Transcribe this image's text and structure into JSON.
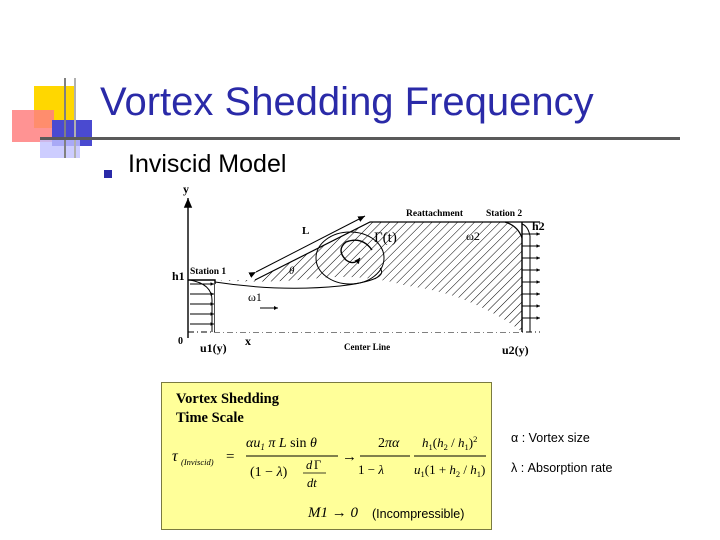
{
  "slide": {
    "title": "Vortex Shedding Frequency",
    "bullet": "Inviscid Model"
  },
  "diagram": {
    "y_axis": "y",
    "x_axis": "x",
    "origin": "0",
    "L": "L",
    "gamma": "Γ(t)",
    "theta": "θ",
    "omega1": "ω1",
    "omega2": "ω2",
    "station1": "Station 1",
    "reattachment": "Reattachment",
    "station2": "Station 2",
    "h1": "h1",
    "h2": "h2",
    "u1": "u1(y)",
    "u2": "u2(y)",
    "center_line": "Center Line"
  },
  "formula_box": {
    "heading_line1": "Vortex Shedding",
    "heading_line2": "Time Scale",
    "condition": "M1 → 0",
    "condition_note": "(Incompressible)"
  },
  "legend": {
    "alpha": "α : Vortex size",
    "lambda": "λ : Absorption rate"
  }
}
